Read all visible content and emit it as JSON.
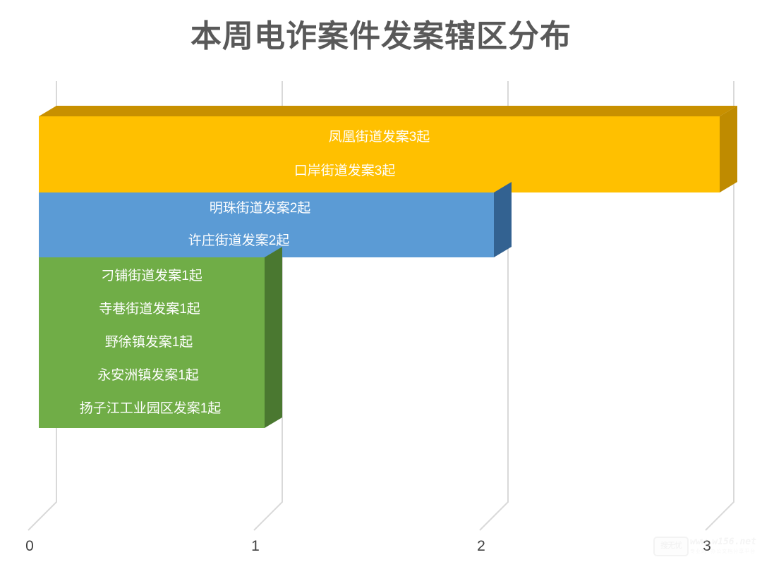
{
  "chart_data": {
    "type": "bar",
    "orientation": "horizontal",
    "style": "stacked-3d-bar",
    "title": "本周电诈案件发案辖区分布",
    "xlabel": "",
    "ylabel": "",
    "xlim": [
      0,
      3
    ],
    "grid": true,
    "legend": "none",
    "tick_labels": [
      "0",
      "1",
      "2",
      "3"
    ],
    "tick_values": [
      0,
      1,
      2,
      3
    ],
    "categories": [
      "3起",
      "2起",
      "1起"
    ],
    "values": [
      3,
      2,
      1
    ],
    "series": [
      {
        "name": "发案3起",
        "value": 3,
        "color": "#FFC000",
        "color_top": "#C89000",
        "color_side": "#BF8B00",
        "labels": [
          "凤凰街道发案3起",
          "口岸街道发案3起"
        ]
      },
      {
        "name": "发案2起",
        "value": 2,
        "color": "#5B9BD5",
        "color_top": "#3D658A",
        "color_side": "#336291",
        "labels": [
          "明珠街道发案2起",
          "许庄街道发案2起"
        ]
      },
      {
        "name": "发案1起",
        "value": 1,
        "color": "#70AD47",
        "color_top": "#4C7A2F",
        "color_side": "#4A7830",
        "labels": [
          "刁铺街道发案1起",
          "寺巷街道发案1起",
          "野徐镇发案1起",
          "永安洲镇发案1起",
          "扬子江工业园区发案1起"
        ]
      }
    ],
    "data_points": [
      {
        "district": "凤凰街道",
        "cases": 3
      },
      {
        "district": "口岸街道",
        "cases": 3
      },
      {
        "district": "明珠街道",
        "cases": 2
      },
      {
        "district": "许庄街道",
        "cases": 2
      },
      {
        "district": "刁铺街道",
        "cases": 1
      },
      {
        "district": "寺巷街道",
        "cases": 1
      },
      {
        "district": "野徐镇",
        "cases": 1
      },
      {
        "district": "永安洲镇",
        "cases": 1
      },
      {
        "district": "扬子江工业园区",
        "cases": 1
      }
    ]
  },
  "watermark": {
    "badge": "搜无忧",
    "text": "www.w156.net",
    "sub": "专业的 办公文档分享平台"
  }
}
